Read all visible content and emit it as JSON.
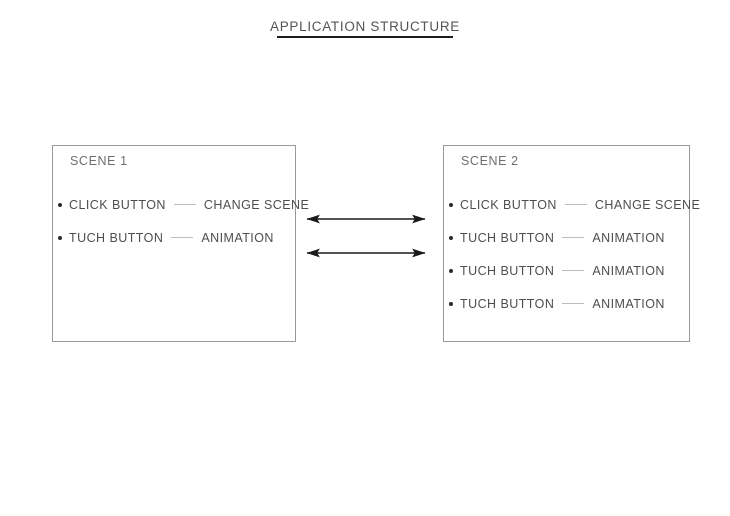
{
  "title": {
    "text": "APPLICATION STRUCTURE"
  },
  "colors": {
    "background": "#ffffff",
    "box_border": "#9a9a9a",
    "text": "#4e4e4e",
    "heading": "#6e6e6e",
    "title_rule": "#1d1d1d",
    "bullet": "#2b2b2b",
    "dash": "#bdbdbd",
    "arrow": "#1a1a1a"
  },
  "scenes": [
    {
      "heading": "SCENE 1",
      "rows": [
        {
          "action": "CLICK BUTTON",
          "result": "CHANGE SCENE"
        },
        {
          "action": "TUCH BUTTON",
          "result": "ANIMATION"
        }
      ]
    },
    {
      "heading": "SCENE 2",
      "rows": [
        {
          "action": "CLICK BUTTON",
          "result": "CHANGE SCENE"
        },
        {
          "action": "TUCH BUTTON",
          "result": "ANIMATION"
        },
        {
          "action": "TUCH BUTTON",
          "result": "ANIMATION"
        },
        {
          "action": "TUCH BUTTON",
          "result": "ANIMATION"
        }
      ]
    }
  ],
  "connectors": [
    {
      "name": "double-arrow-top",
      "direction": "bidirectional"
    },
    {
      "name": "double-arrow-bottom",
      "direction": "bidirectional"
    }
  ]
}
